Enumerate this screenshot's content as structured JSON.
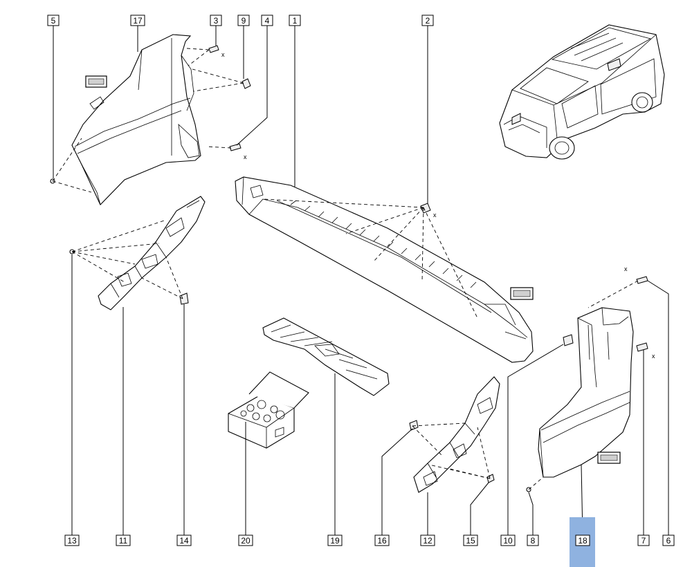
{
  "diagram": {
    "callouts_top": [
      "5",
      "17",
      "3",
      "9",
      "4",
      "1",
      "2"
    ],
    "callouts_bottom": [
      "13",
      "11",
      "14",
      "20",
      "19",
      "16",
      "12",
      "15",
      "10",
      "8",
      "18",
      "7",
      "6"
    ],
    "highlighted_callout": "18",
    "fastener_marks": [
      "x",
      "x",
      "x",
      "x",
      "x"
    ],
    "highlight_color": "#8fb2e0"
  }
}
